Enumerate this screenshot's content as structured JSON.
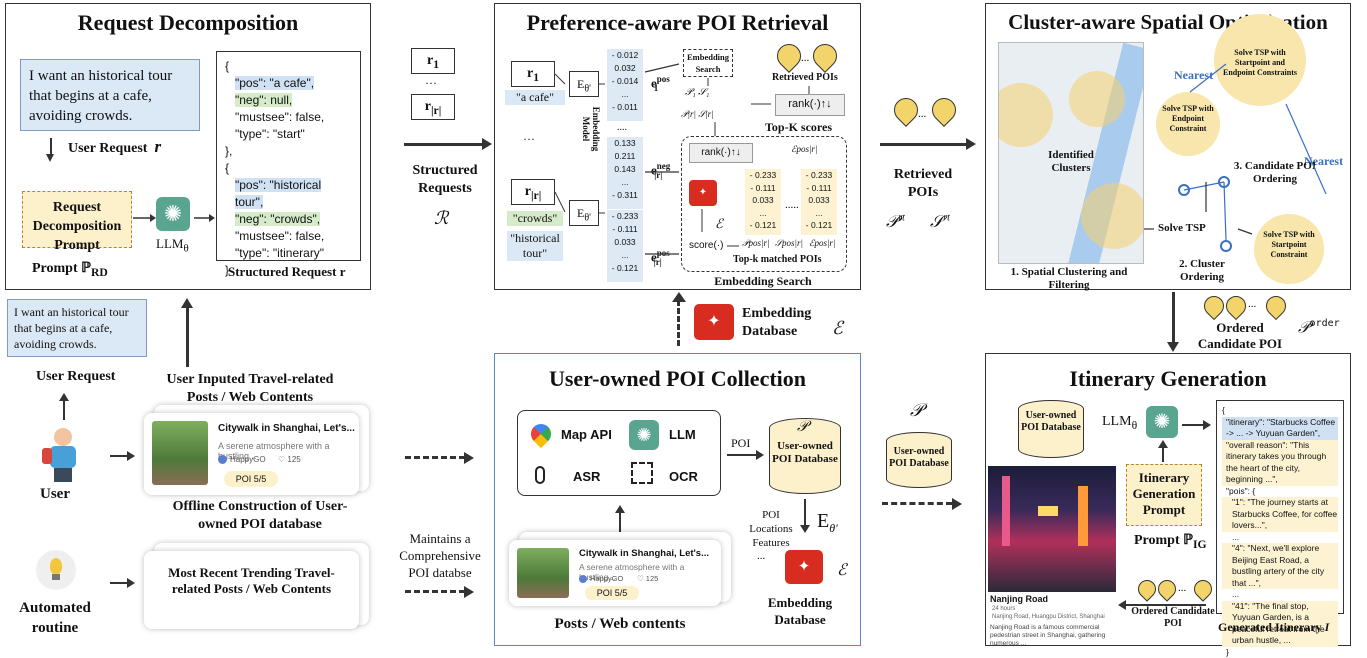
{
  "panels": {
    "request_decomposition": {
      "title": "Request Decomposition",
      "user_text": "I want an historical tour that begins at a cafe, avoiding crowds.",
      "user_request_label": "User Request",
      "user_request_symbol": "r",
      "prompt_box": "Request Decomposition Prompt",
      "llm_label": "LLM",
      "llm_sub": "θ",
      "prompt_label": "Prompt ℙ",
      "prompt_sub": "RD",
      "structured_request_label": "Structured Request r",
      "json_lines": [
        "{",
        "\"pos\": \"a cafe\",",
        "\"neg\": null,",
        "\"mustsee\": false,",
        "\"type\": \"start\"",
        "},",
        "{",
        "\"pos\": \"historical tour\",",
        "\"neg\": \"crowds\",",
        "\"mustsee\": false,",
        "\"type\": \"itinerary\"",
        "}"
      ]
    },
    "structured_requests": {
      "r1": "r",
      "r1_sub": "1",
      "dots": "···",
      "rR": "r",
      "rR_sub": "|r|",
      "label": "Structured Requests",
      "symbol": "ℛ"
    },
    "retrieval": {
      "title": "Preference-aware POI Retrieval",
      "r1": "r",
      "r1_sub": "1",
      "r1_text": "\"a cafe\"",
      "rR": "r",
      "rR_sub": "|r|",
      "crowds": "\"crowds\"",
      "historical": "\"historical tour\"",
      "embedding_model": "Embedding Model",
      "e_model": "E",
      "e_model_sub": "θ'",
      "col1": [
        "- 0.012",
        "0.032",
        "- 0.014",
        "...",
        "- 0.011"
      ],
      "col2": [
        "0.133",
        "0.211",
        "0.143",
        "...",
        "- 0.311"
      ],
      "col3": [
        "- 0.233",
        "- 0.111",
        "0.033",
        "...",
        "- 0.121"
      ],
      "e1pos": "e",
      "e1pos_sup": "pos",
      "e1pos_sub": "1",
      "eneg": "e",
      "eneg_sup": "neg",
      "eneg_sub": "|r|",
      "epos": "e",
      "epos_sup": "pos",
      "epos_sub": "|r|",
      "embedding_search_box": "Embedding Search",
      "p1s1": "𝒫₁  𝒮₁",
      "pr_sr": "𝒫|r|  𝒮|r|",
      "retrieved_pois": "Retrieved POIs",
      "rank_top": "rank(·)↑↓",
      "topk_scores": "Top-K scores",
      "rank_mid": "rank(·)↑↓",
      "e_symbol": "ℰ",
      "score": "score(·)",
      "ppos": "𝒫pos|r|",
      "spos": "𝒮pos|r|",
      "epos_label": "ℰpos|r|",
      "mid_col": [
        "- 0.233",
        "- 0.111",
        "0.033",
        "...",
        "- 0.121"
      ],
      "right_col": [
        "- 0.233",
        "- 0.111",
        "0.033",
        "...",
        "- 0.121"
      ],
      "topk_matched": "Top-k matched POIs",
      "embedding_search_label": "Embedding Search"
    },
    "embedding_db": {
      "label": "Embedding Database",
      "symbol": "ℰ"
    },
    "retrieved_transfer": {
      "label": "Retrieved POIs",
      "p": "𝒫",
      "p_sup": "rt",
      "s": "𝒮",
      "s_sup": "rt"
    },
    "cluster": {
      "title": "Cluster-aware Spatial Optimization",
      "identified": "Identified Clusters",
      "nearest_top": "Nearest",
      "nearest_right": "Nearest",
      "tsp_endpoint": "Solve TSP with Endpoint Constraint",
      "tsp_start_end": "Solve TSP with Startpoint and Endpoint Constraints",
      "tsp_start": "Solve TSP with Startpoint Constraint",
      "solve_tsp": "Solve TSP",
      "step1": "1. Spatial Clustering and Filtering",
      "step2": "2. Cluster Ordering",
      "step3": "3. Candidate POI Ordering"
    },
    "ordered": {
      "label": "Ordered Candidate POI",
      "symbol": "𝒫",
      "symbol_sup": "order"
    },
    "left_bottom": {
      "user_text": "I want an historical tour that begins at a cafe, avoiding crowds.",
      "user_request": "User Request",
      "user_inputted": "User Inputed Travel-related Posts / Web Contents",
      "user": "User",
      "card_title": "Citywalk in Shanghai, Let's...",
      "card_sub": "A serene atmosphere with a bustling...",
      "card_user": "HappyGO",
      "card_likes": "♡ 125",
      "card_poi": "POI    5/5",
      "offline": "Offline Construction of User-owned POI database",
      "automated": "Automated routine",
      "trending": "Most Recent Trending Travel-related Posts / Web Contents",
      "maintains": "Maintains a Comprehensive POI databse"
    },
    "collection": {
      "title": "User-owned POI Collection",
      "map_api": "Map API",
      "llm": "LLM",
      "asr": "ASR",
      "ocr": "OCR",
      "poi": "POI",
      "db_symbol": "𝒫",
      "db_label": "User-owned POI Database",
      "poi_loc": "POI Locations Features",
      "dots": "...",
      "e_model": "E",
      "e_model_sub": "θ'",
      "e_symbol": "ℰ",
      "emb_db": "Embedding Database",
      "posts": "Posts / Web contents",
      "card_title": "Citywalk in Shanghai, Let's...",
      "card_sub": "A serene atmosphere with a bustling...",
      "card_user": "HappyGO",
      "card_likes": "♡ 125",
      "card_poi": "POI    5/5"
    },
    "middle_right": {
      "p_symbol": "𝒫",
      "db_label": "User-owned POI Database"
    },
    "itinerary": {
      "title": "Itinerary Generation",
      "db_label": "User-owned POI Database",
      "llm": "LLM",
      "llm_sub": "θ",
      "prompt_box": "Itinerary Generation Prompt",
      "prompt_label": "Prompt ℙ",
      "prompt_sub": "IG",
      "photo_title": "Nanjing Road",
      "photo_meta1": "24 hours",
      "photo_meta2": "Nanjing Road, Huangpu District, Shanghai",
      "photo_desc": "Nanjing Road is a famous commercial pedestrian street in Shanghai, gathering numerous ...",
      "ordered": "Ordered Candidate POI",
      "generated": "Generated Itinerary",
      "generated_symbol": "I",
      "json_lines": [
        "{",
        "\"itinerary\": \"Starbucks Coffee -> ... -> Yuyuan Garden\",",
        "\"overall reason\": \"This itinerary takes you through the heart of the city, beginning ...\",",
        "\"pois\": {",
        "\"1\": \"The journey starts at Starbucks Coffee, for coffee lovers...\",",
        "...",
        "\"4\": \"Next, we'll explore Beijing East Road, a bustling artery of the city that ...\",",
        "...",
        "\"41\": \"The final stop, Yuyuan Garden, is a peaceful retreat from the urban hustle, ...",
        "}"
      ]
    }
  }
}
